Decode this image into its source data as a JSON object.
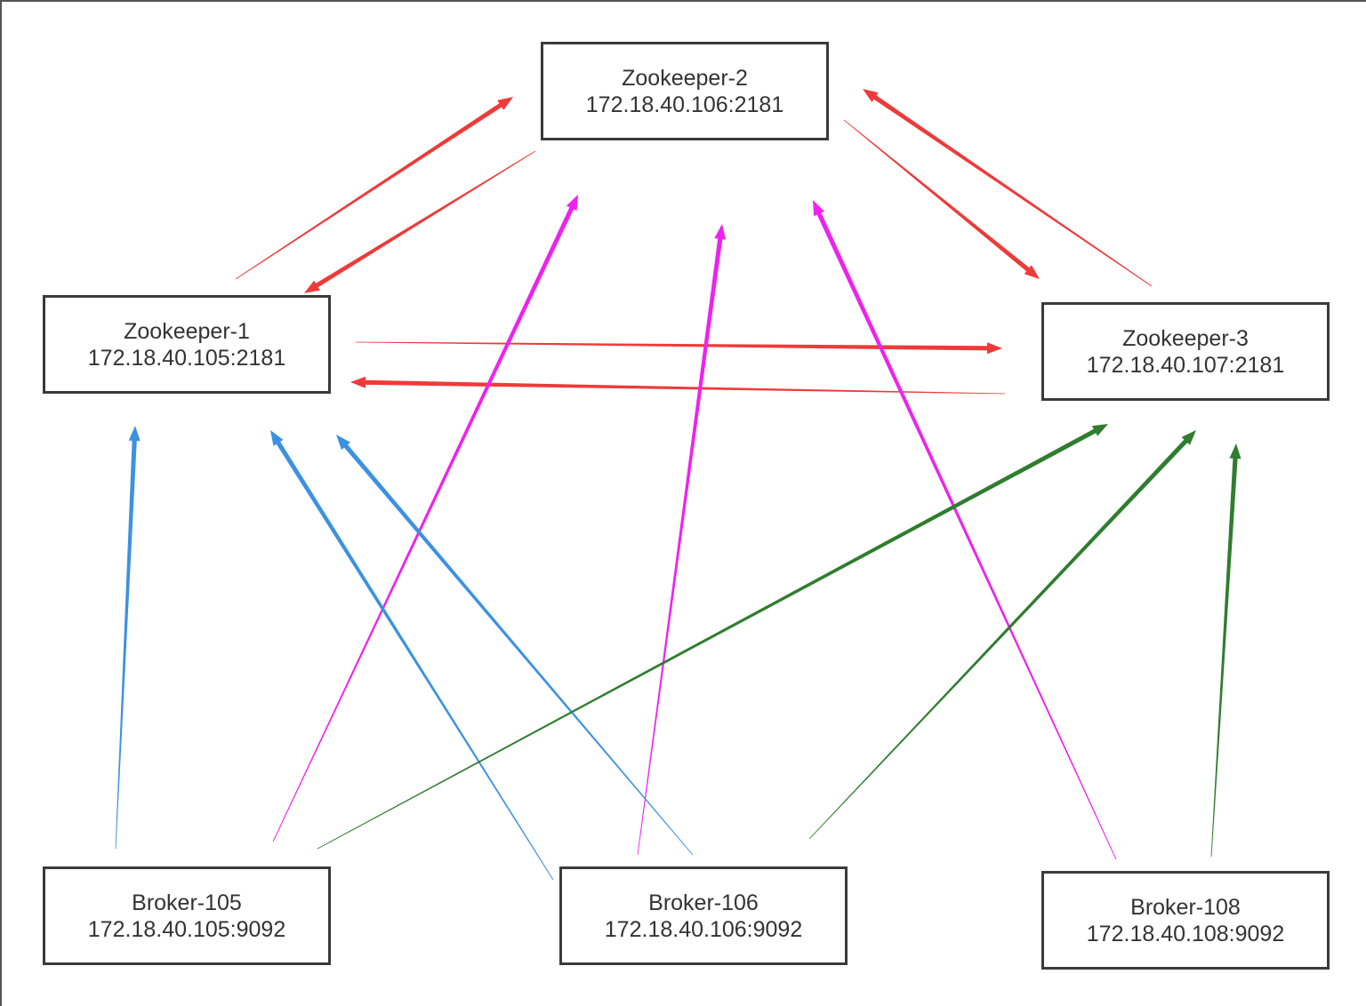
{
  "nodes": [
    {
      "name": "Zookeeper-2",
      "address": "172.18.40.106:2181"
    },
    {
      "name": "Zookeeper-1",
      "address": "172.18.40.105:2181"
    },
    {
      "name": "Zookeeper-3",
      "address": "172.18.40.107:2181"
    },
    {
      "name": "Broker-105",
      "address": "172.18.40.105:9092"
    },
    {
      "name": "Broker-106",
      "address": "172.18.40.106:9092"
    },
    {
      "name": "Broker-108",
      "address": "172.18.40.108:9092"
    }
  ],
  "colors": {
    "zookeeper_links": "#ee3a3a",
    "to_zookeeper_2": "#ee22ee",
    "to_zookeeper_1": "#3b92e0",
    "to_zookeeper_3": "#2f7d2f",
    "node_border": "#3a3a3a"
  },
  "edges": [
    {
      "from": 1,
      "to": 0,
      "color": "#ee3a3a"
    },
    {
      "from": 0,
      "to": 1,
      "color": "#ee3a3a"
    },
    {
      "from": 0,
      "to": 2,
      "color": "#ee3a3a"
    },
    {
      "from": 2,
      "to": 0,
      "color": "#ee3a3a"
    },
    {
      "from": 1,
      "to": 2,
      "color": "#ee3a3a"
    },
    {
      "from": 2,
      "to": 1,
      "color": "#ee3a3a"
    },
    {
      "from": 3,
      "to": 0,
      "color": "#ee22ee"
    },
    {
      "from": 4,
      "to": 0,
      "color": "#ee22ee"
    },
    {
      "from": 5,
      "to": 0,
      "color": "#ee22ee"
    },
    {
      "from": 3,
      "to": 1,
      "color": "#3b92e0"
    },
    {
      "from": 4,
      "to": 1,
      "color": "#3b92e0"
    },
    {
      "from": 4,
      "to": 1,
      "color": "#3b92e0"
    },
    {
      "from": 3,
      "to": 2,
      "color": "#2f7d2f"
    },
    {
      "from": 4,
      "to": 2,
      "color": "#2f7d2f"
    },
    {
      "from": 5,
      "to": 2,
      "color": "#2f7d2f"
    }
  ]
}
